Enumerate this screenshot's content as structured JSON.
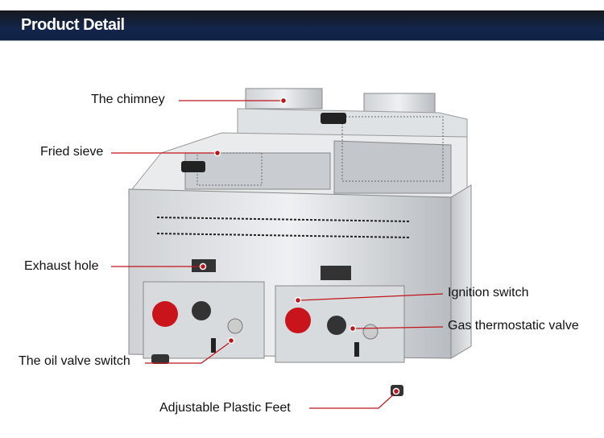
{
  "header": {
    "title": "Product Detail"
  },
  "labels": {
    "chimney": "The chimney",
    "sieve": "Fried sieve",
    "exhaust": "Exhaust hole",
    "ignition": "Ignition switch",
    "thermostat": "Gas thermostatic valve",
    "oil_valve": "The oil valve switch",
    "feet": "Adjustable Plastic Feet"
  },
  "colors": {
    "header": "#13254a",
    "accent": "#c0141c"
  }
}
